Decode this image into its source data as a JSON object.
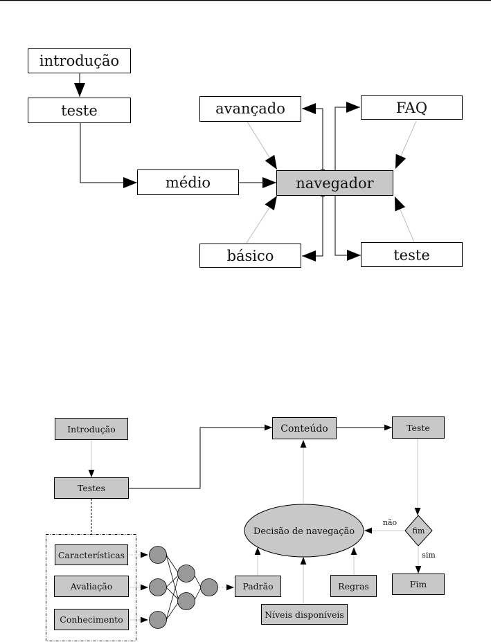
{
  "diagram1": {
    "nodes": {
      "introducao": "introdução",
      "teste_left": "teste",
      "medio": "médio",
      "navegador": "navegador",
      "avancado": "avançado",
      "faq": "FAQ",
      "basico": "básico",
      "teste_right": "teste"
    },
    "colors": {
      "highlight_fill": "#c8c8c8",
      "box_fill": "#ffffff",
      "stroke": "#000000",
      "faint_edge": "#aaaaaa"
    }
  },
  "diagram2": {
    "nodes": {
      "introducao": "Introdução",
      "testes": "Testes",
      "conteudo": "Conteúdo",
      "teste": "Teste",
      "decisao": "Decisão de navegação",
      "fim_decision": "fim",
      "fim": "Fim",
      "caracteristicas": "Características",
      "avaliacao": "Avaliação",
      "conhecimento": "Conhecimento",
      "padrao": "Padrão",
      "regras": "Regras",
      "niveis": "Níveis disponíveis"
    },
    "edge_labels": {
      "nao": "não",
      "sim": "sim"
    },
    "colors": {
      "box_fill": "#c8c8c8",
      "neuron_fill": "#999999"
    }
  }
}
